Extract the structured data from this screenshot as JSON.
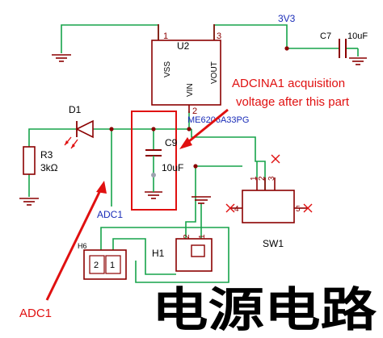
{
  "components": {
    "u2": {
      "ref": "U2",
      "part": "ME6206A33PG",
      "pins": {
        "vss": "VSS",
        "vout": "VOUT",
        "vin": "VIN",
        "n1": "1",
        "n2": "2",
        "n3": "3"
      }
    },
    "d1": {
      "ref": "D1"
    },
    "r3": {
      "ref": "R3",
      "value": "3kΩ"
    },
    "c9": {
      "ref": "C9",
      "value": "10uF"
    },
    "c7": {
      "ref": "C7",
      "value": "10uF"
    },
    "sw1": {
      "ref": "SW1",
      "pins": [
        "1",
        "2",
        "3",
        "4",
        "5"
      ]
    },
    "h1": {
      "ref": "H1",
      "pins": [
        "2",
        "1"
      ]
    },
    "h6": {
      "ref": "H6",
      "pins": [
        "2",
        "1"
      ]
    }
  },
  "nets": {
    "v3v3": "3V3",
    "adc1_net": "ADC1"
  },
  "annotations": {
    "adcina_line1": "ADCINA1 acquisition",
    "adcina_line2": "voltage after this part",
    "adc1_label": "ADC1",
    "title": "电源电路"
  },
  "colors": {
    "wire": "#16a34a",
    "outline": "#8b0000",
    "annotation": "#e01010",
    "ref_text": "#000000",
    "net_text": "#1a2cb8",
    "pin_text": "#8b0000",
    "junction": "#8b0000",
    "cap_dot": "#9ca3af"
  }
}
